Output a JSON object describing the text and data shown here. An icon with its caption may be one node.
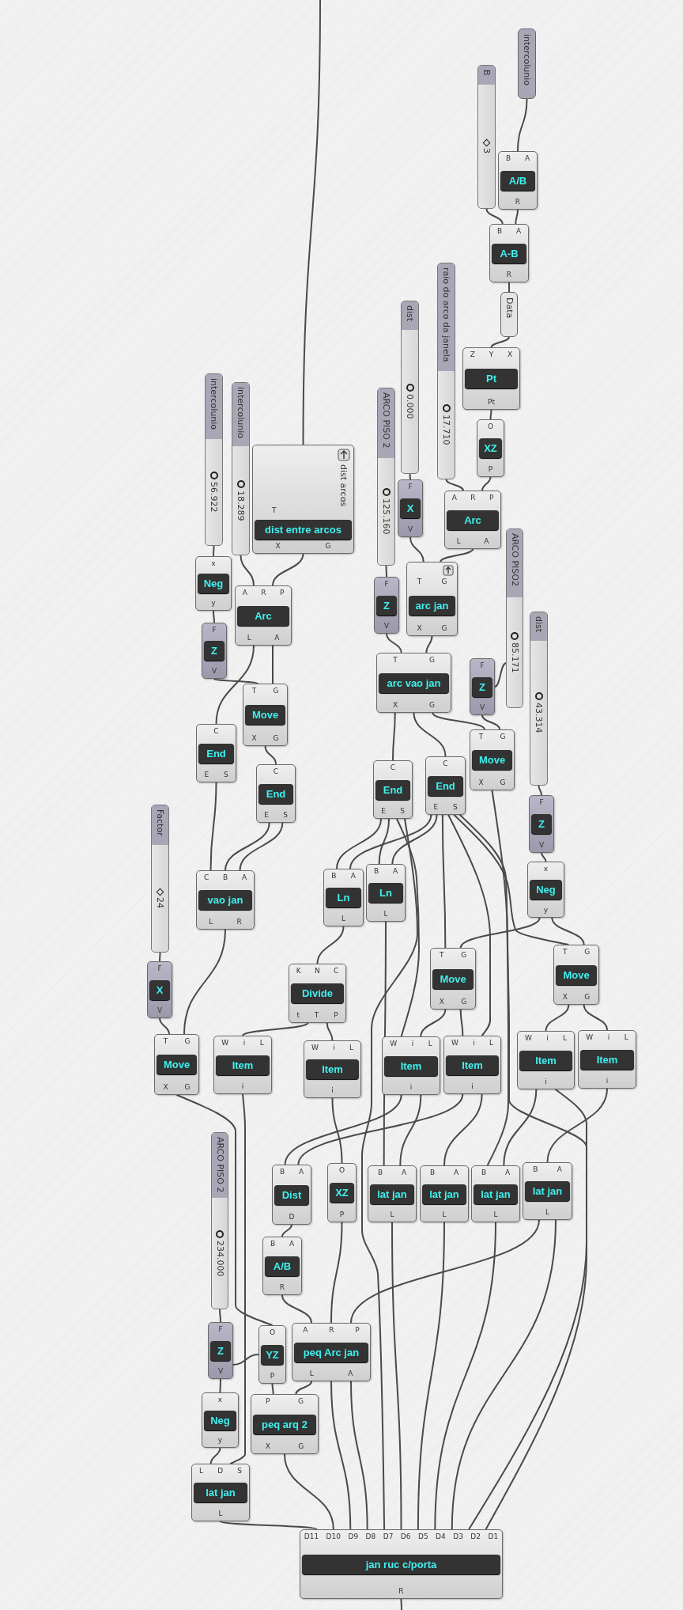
{
  "diagram": {
    "nodes": [
      {
        "text": [
          "intercolunio"
        ]
      },
      {
        "text": [
          "B",
          "3"
        ]
      },
      {
        "text": [
          "B",
          "A",
          "A/B",
          "R"
        ]
      },
      {
        "text": [
          "B",
          "A",
          "A-B",
          "R"
        ]
      },
      {
        "text": [
          "Data"
        ]
      },
      {
        "text": [
          "Z",
          "Y",
          "X",
          "Pt",
          "Pt"
        ]
      },
      {
        "text": [
          "raio do arco da janela",
          "17.710"
        ]
      },
      {
        "text": [
          "dist",
          "0.000"
        ]
      },
      {
        "text": [
          "O",
          "XZ",
          "P"
        ]
      },
      {
        "text": [
          "intercolunio",
          "56.922"
        ]
      },
      {
        "text": [
          "intercolunio",
          "18.289"
        ]
      },
      {
        "text": [
          "dist arcos",
          "T",
          "dist entre arcos",
          "X",
          "G"
        ]
      },
      {
        "text": [
          "ARCO PISO 2",
          "125.160"
        ]
      },
      {
        "text": [
          "F",
          "X",
          "V"
        ]
      },
      {
        "text": [
          "A",
          "R",
          "P",
          "Arc",
          "L",
          "A"
        ]
      },
      {
        "text": [
          "x",
          "Neg",
          "y"
        ]
      },
      {
        "text": [
          "A",
          "R",
          "P",
          "Arc",
          "L",
          "A"
        ]
      },
      {
        "text": [
          "F",
          "Z",
          "V"
        ]
      },
      {
        "text": [
          "T",
          "G",
          "arc jan",
          "X",
          "G"
        ]
      },
      {
        "text": [
          "ARCO PISO2",
          "85.171"
        ]
      },
      {
        "text": [
          "dist",
          "43.314"
        ]
      },
      {
        "text": [
          "F",
          "Z",
          "V"
        ]
      },
      {
        "text": [
          "T",
          "G",
          "arc vao jan",
          "X",
          "G"
        ]
      },
      {
        "text": [
          "F",
          "Z",
          "V"
        ]
      },
      {
        "text": [
          "T",
          "G",
          "Move",
          "X",
          "G"
        ]
      },
      {
        "text": [
          "C",
          "End",
          "E",
          "S"
        ]
      },
      {
        "text": [
          "T",
          "G",
          "Move",
          "X",
          "G"
        ]
      },
      {
        "text": [
          "C",
          "End",
          "E",
          "S"
        ]
      },
      {
        "text": [
          "C",
          "End",
          "E",
          "S"
        ]
      },
      {
        "text": [
          "C",
          "End",
          "E",
          "S"
        ]
      },
      {
        "text": [
          "F",
          "Z",
          "V"
        ]
      },
      {
        "text": [
          "Factor",
          "24"
        ]
      },
      {
        "text": [
          "x",
          "Neg",
          "y"
        ]
      },
      {
        "text": [
          "B",
          "A",
          "Ln",
          "L"
        ]
      },
      {
        "text": [
          "B",
          "A",
          "Ln",
          "L"
        ]
      },
      {
        "text": [
          "C",
          "B",
          "A",
          "vao jan",
          "L",
          "R"
        ]
      },
      {
        "text": [
          "T",
          "G",
          "Move",
          "X",
          "G"
        ]
      },
      {
        "text": [
          "T",
          "G",
          "Move",
          "X",
          "G"
        ]
      },
      {
        "text": [
          "F",
          "X",
          "V"
        ]
      },
      {
        "text": [
          "K",
          "N",
          "C",
          "Divide",
          "t",
          "T",
          "P"
        ]
      },
      {
        "text": [
          "T",
          "G",
          "Move",
          "X",
          "G"
        ]
      },
      {
        "text": [
          "W",
          "i",
          "L",
          "Item",
          "i"
        ]
      },
      {
        "text": [
          "W",
          "i",
          "L",
          "Item",
          "i"
        ]
      },
      {
        "text": [
          "W",
          "i",
          "L",
          "Item",
          "i"
        ]
      },
      {
        "text": [
          "W",
          "i",
          "L",
          "Item",
          "i"
        ]
      },
      {
        "text": [
          "W",
          "i",
          "L",
          "Item",
          "i"
        ]
      },
      {
        "text": [
          "W",
          "i",
          "L",
          "Item",
          "i"
        ]
      },
      {
        "text": [
          "ARCO PISO 2",
          "234.000"
        ]
      },
      {
        "text": [
          "B",
          "A",
          "Dist",
          "D"
        ]
      },
      {
        "text": [
          "O",
          "XZ",
          "P"
        ]
      },
      {
        "text": [
          "B",
          "A",
          "lat jan",
          "L"
        ]
      },
      {
        "text": [
          "B",
          "A",
          "lat jan",
          "L"
        ]
      },
      {
        "text": [
          "B",
          "A",
          "lat jan",
          "L"
        ]
      },
      {
        "text": [
          "B",
          "A",
          "lat jan",
          "L"
        ]
      },
      {
        "text": [
          "B",
          "A",
          "A/B",
          "R"
        ]
      },
      {
        "text": [
          "F",
          "Z",
          "V"
        ]
      },
      {
        "text": [
          "O",
          "YZ",
          "P"
        ]
      },
      {
        "text": [
          "A",
          "R",
          "P",
          "peq Arc jan",
          "L",
          "A"
        ]
      },
      {
        "text": [
          "x",
          "Neg",
          "y"
        ]
      },
      {
        "text": [
          "P",
          "G",
          "peq arq 2",
          "X",
          "G"
        ]
      },
      {
        "text": [
          "L",
          "D",
          "S",
          "lat jan",
          "L"
        ]
      },
      {
        "text": [
          "D11",
          "D10",
          "D9",
          "D8",
          "D7",
          "D6",
          "D5",
          "D4",
          "D3",
          "D2",
          "D1",
          "jan ruc c/porta",
          "R"
        ]
      }
    ],
    "edges": [
      {
        "from": null,
        "to": 11,
        "arrow": "none"
      },
      {
        "from": 0,
        "to": 2,
        "arrow": "none"
      },
      {
        "from": 1,
        "to": 3,
        "arrow": "none"
      },
      {
        "from": 2,
        "to": 3,
        "arrow": "none"
      },
      {
        "from": 3,
        "to": 4,
        "arrow": "none"
      },
      {
        "from": 4,
        "to": 5,
        "arrow": "none"
      },
      {
        "from": 5,
        "to": 8,
        "arrow": "none"
      },
      {
        "from": 8,
        "to": 14,
        "arrow": "none"
      },
      {
        "from": 6,
        "to": 14,
        "arrow": "none"
      },
      {
        "from": 7,
        "to": 13,
        "arrow": "none"
      },
      {
        "from": 13,
        "to": 18,
        "arrow": "none"
      },
      {
        "from": 14,
        "to": 18,
        "arrow": "none"
      },
      {
        "from": 9,
        "to": 15,
        "arrow": "none"
      },
      {
        "from": 10,
        "to": 16,
        "arrow": "none"
      },
      {
        "from": 11,
        "to": 16,
        "arrow": "none"
      },
      {
        "from": 15,
        "to": 21,
        "arrow": "none"
      },
      {
        "from": 21,
        "to": 24,
        "arrow": "none"
      },
      {
        "from": 16,
        "to": 24,
        "arrow": "none"
      },
      {
        "from": 16,
        "to": 25,
        "arrow": "none"
      },
      {
        "from": 12,
        "to": 17,
        "arrow": "none"
      },
      {
        "from": 17,
        "to": 22,
        "arrow": "none"
      },
      {
        "from": 18,
        "to": 22,
        "arrow": "none"
      },
      {
        "from": 19,
        "to": 23,
        "arrow": "none"
      },
      {
        "from": 23,
        "to": 26,
        "arrow": "none"
      },
      {
        "from": 22,
        "to": 26,
        "arrow": "none"
      },
      {
        "from": 22,
        "to": 27,
        "arrow": "none"
      },
      {
        "from": 22,
        "to": 28,
        "arrow": "none"
      },
      {
        "from": 24,
        "to": 29,
        "arrow": "none"
      },
      {
        "from": 20,
        "to": 30,
        "arrow": "none"
      },
      {
        "from": 30,
        "to": 32,
        "arrow": "none"
      },
      {
        "from": 25,
        "to": 35,
        "arrow": "none"
      },
      {
        "from": 29,
        "to": 35,
        "arrow": "none"
      },
      {
        "from": 29,
        "to": 35,
        "arrow": "none"
      },
      {
        "from": 27,
        "to": 33,
        "arrow": "none"
      },
      {
        "from": 28,
        "to": 33,
        "arrow": "none"
      },
      {
        "from": 27,
        "to": 34,
        "arrow": "none"
      },
      {
        "from": 28,
        "to": 34,
        "arrow": "none"
      },
      {
        "from": 32,
        "to": 36,
        "arrow": "none"
      },
      {
        "from": 32,
        "to": 37,
        "arrow": "none"
      },
      {
        "from": 28,
        "to": 36,
        "arrow": "none"
      },
      {
        "from": 28,
        "to": 37,
        "arrow": "none"
      },
      {
        "from": 31,
        "to": 38,
        "arrow": "none"
      },
      {
        "from": 38,
        "to": 40,
        "arrow": "none"
      },
      {
        "from": 35,
        "to": 40,
        "arrow": "none"
      },
      {
        "from": 33,
        "to": 39,
        "arrow": "none"
      },
      {
        "from": 39,
        "to": 41,
        "arrow": "none"
      },
      {
        "from": 39,
        "to": 42,
        "arrow": "none"
      },
      {
        "from": 36,
        "to": 43,
        "arrow": "none"
      },
      {
        "from": 36,
        "to": 44,
        "arrow": "none"
      },
      {
        "from": 37,
        "to": 45,
        "arrow": "none"
      },
      {
        "from": 37,
        "to": 46,
        "arrow": "none"
      },
      {
        "from": 34,
        "to": 50,
        "arrow": "none"
      },
      {
        "from": 27,
        "to": 43,
        "arrow": "none"
      },
      {
        "from": 28,
        "to": 44,
        "arrow": "none"
      },
      {
        "from": 26,
        "to": 52,
        "arrow": "none"
      },
      {
        "from": 41,
        "to": 60,
        "arrow": "none"
      },
      {
        "from": 40,
        "to": 56,
        "arrow": "none"
      },
      {
        "from": 42,
        "to": 49,
        "arrow": "none"
      },
      {
        "from": 43,
        "to": 48,
        "arrow": "none"
      },
      {
        "from": 44,
        "to": 48,
        "arrow": "none"
      },
      {
        "from": 43,
        "to": 50,
        "arrow": "none"
      },
      {
        "from": 44,
        "to": 51,
        "arrow": "none"
      },
      {
        "from": 45,
        "to": 52,
        "arrow": "none"
      },
      {
        "from": 46,
        "to": 53,
        "arrow": "none"
      },
      {
        "from": 48,
        "to": 54,
        "arrow": "none"
      },
      {
        "from": 47,
        "to": 55,
        "arrow": "none"
      },
      {
        "from": 55,
        "to": 58,
        "arrow": "none"
      },
      {
        "from": 55,
        "to": 56,
        "arrow": "none"
      },
      {
        "from": 54,
        "to": 57,
        "arrow": "none"
      },
      {
        "from": 49,
        "to": 57,
        "arrow": "none"
      },
      {
        "from": 53,
        "to": 57,
        "arrow": "none"
      },
      {
        "from": 56,
        "to": 59,
        "arrow": "none"
      },
      {
        "from": 57,
        "to": 59,
        "arrow": "none"
      },
      {
        "from": 58,
        "to": 60,
        "arrow": "none"
      },
      {
        "from": 60,
        "to": 61,
        "arrow": "none"
      },
      {
        "from": 59,
        "to": 61,
        "arrow": "none"
      },
      {
        "from": 57,
        "to": 61,
        "arrow": "none"
      },
      {
        "from": 57,
        "to": 61,
        "arrow": "none"
      },
      {
        "from": 50,
        "to": 61,
        "arrow": "none"
      },
      {
        "from": 51,
        "to": 61,
        "arrow": "none"
      },
      {
        "from": 52,
        "to": 61,
        "arrow": "none"
      },
      {
        "from": 53,
        "to": 61,
        "arrow": "none"
      },
      {
        "from": 45,
        "to": 61,
        "arrow": "none"
      },
      {
        "from": 27,
        "to": 61,
        "arrow": "none"
      },
      {
        "from": 28,
        "to": 61,
        "arrow": "none"
      },
      {
        "from": 61,
        "to": null,
        "arrow": "none"
      }
    ]
  }
}
